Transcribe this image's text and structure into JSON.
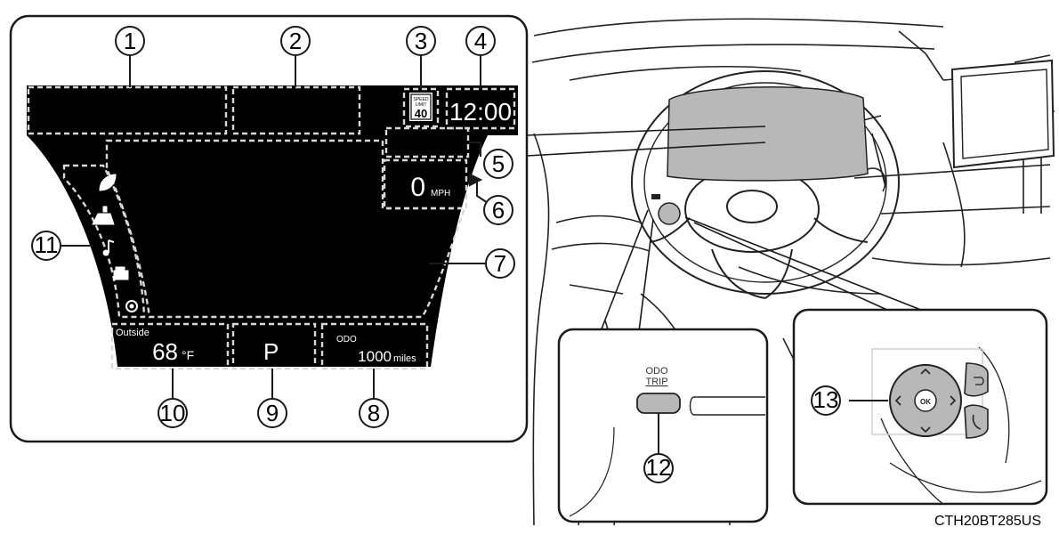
{
  "figure_code": "CTH20BT285US",
  "display": {
    "speed_limit_line1": "SPEED",
    "speed_limit_line2": "LIMIT",
    "speed_limit_value": "40",
    "clock": "12:00",
    "speed_value": "0",
    "speed_unit": "MPH",
    "outside_label": "Outside",
    "outside_temp": "68",
    "outside_unit": "°F",
    "shift_position": "P",
    "odo_label": "ODO",
    "odo_value": "1000",
    "odo_unit": "miles"
  },
  "buttons": {
    "odo_trip_line1": "ODO",
    "odo_trip_line2": "TRIP",
    "ok_label": "OK"
  },
  "callouts": [
    "1",
    "2",
    "3",
    "4",
    "5",
    "6",
    "7",
    "8",
    "9",
    "10",
    "11",
    "12",
    "13"
  ],
  "colors": {
    "screen": "#000000",
    "dashed": "#d8d8d8",
    "panel_fill": "#b8b8b8",
    "line": "#1a1a1a"
  }
}
